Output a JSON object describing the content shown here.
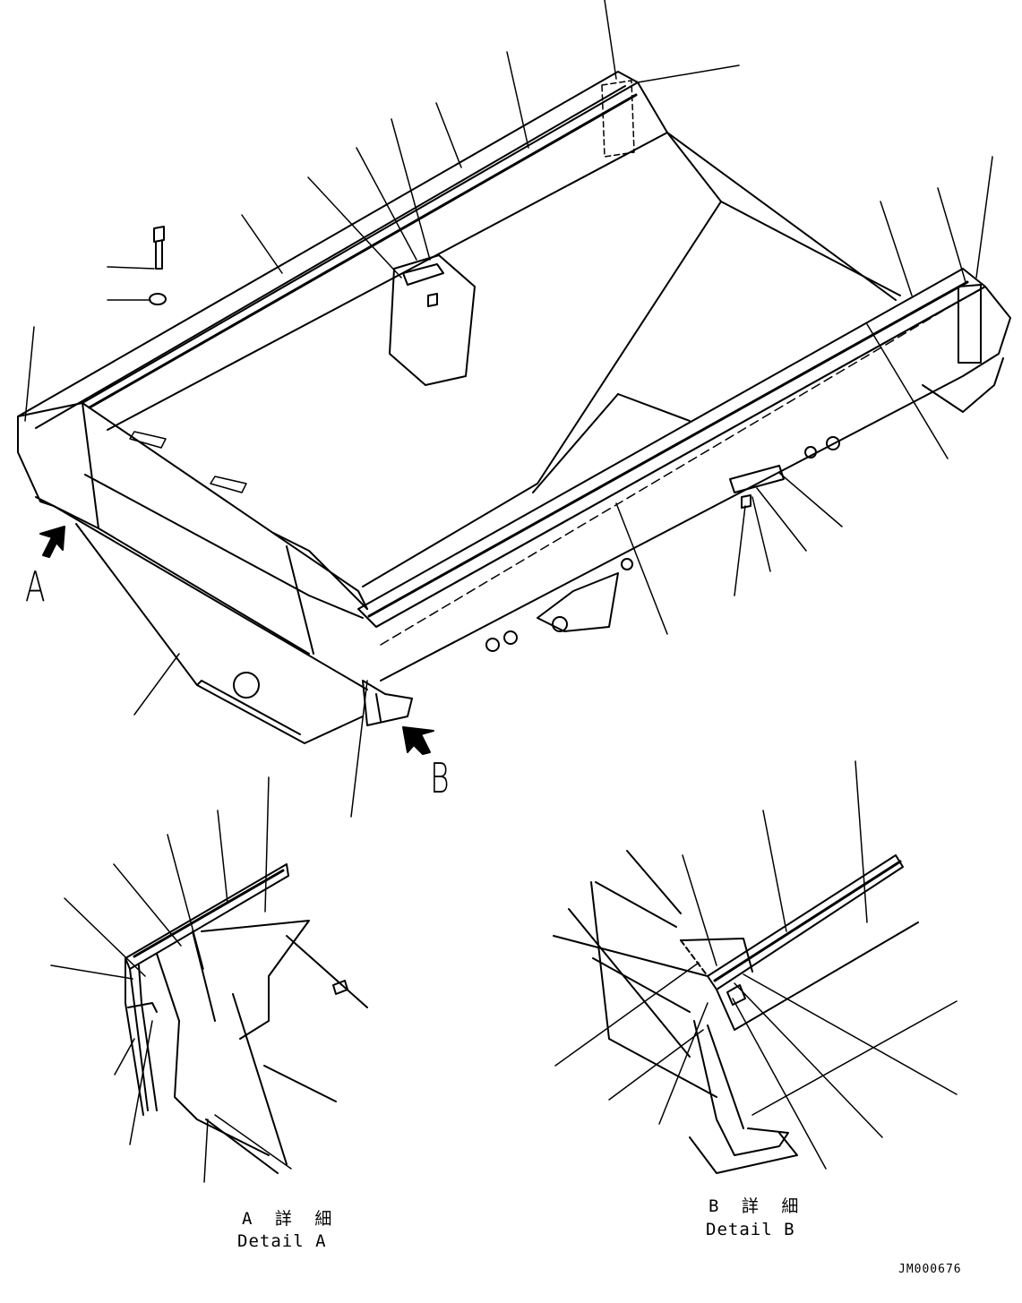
{
  "view_markers": {
    "a": "A",
    "b": "B"
  },
  "details": {
    "a": {
      "jp": "A 詳 細",
      "en": "Detail A"
    },
    "b": {
      "jp": "B 詳 細",
      "en": "Detail B"
    }
  },
  "document_id": "JM000676",
  "colors": {
    "line": "#000000",
    "background": "#ffffff"
  }
}
